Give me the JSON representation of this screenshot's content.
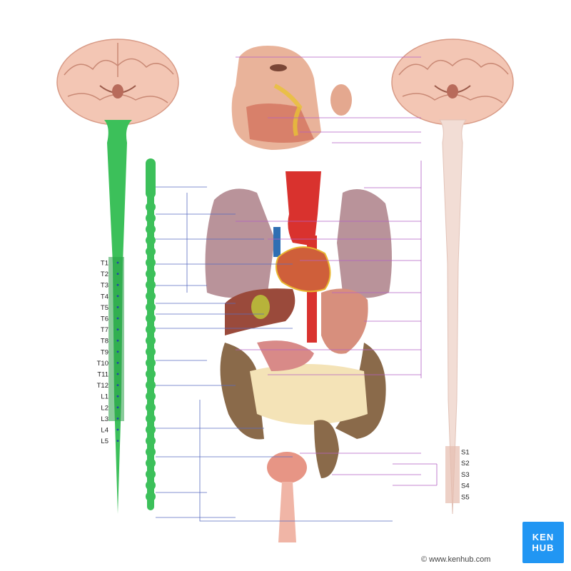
{
  "sympathetic": {
    "color": "#3cc05a",
    "segments": [
      "T1",
      "T2",
      "T3",
      "T4",
      "T5",
      "T6",
      "T7",
      "T8",
      "T9",
      "T10",
      "T11",
      "T12",
      "L1",
      "L2",
      "L3",
      "L4",
      "L5"
    ]
  },
  "parasympathetic": {
    "color": "#f2ddd5",
    "segments": [
      "S1",
      "S2",
      "S3",
      "S4",
      "S5"
    ]
  },
  "nerve_line_colors": {
    "sympathetic": "#5a6dc0",
    "parasympathetic": "#b35fc4"
  },
  "watermark": {
    "copyright": "© www.kenhub.com",
    "logo_line1": "KEN",
    "logo_line2": "HUB"
  }
}
